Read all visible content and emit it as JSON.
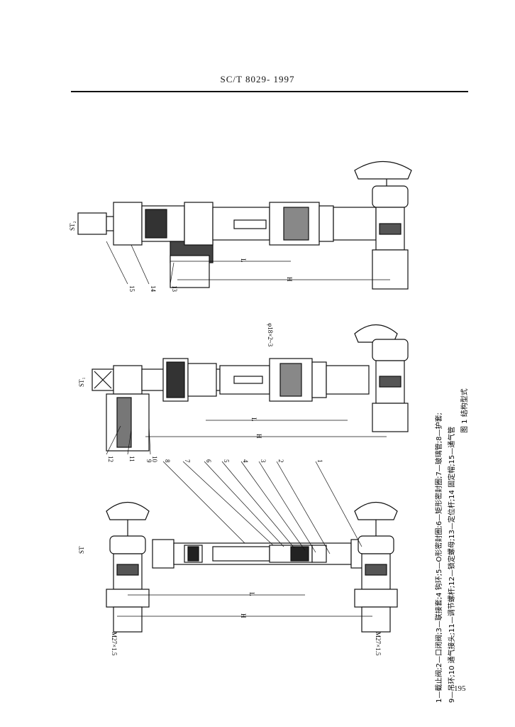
{
  "header": {
    "standard_id": "SC/T 8029- 1997"
  },
  "figure": {
    "title": "图 1   结构型式",
    "legend_line1": "1—截止阀;2—口闭阀;3—联接套;4   钩环;5—O形密封圈;6—矩形密封圈;7—玻璃管;8—护套;",
    "legend_line2": "9—吊环;10   通气接头;11—调节螺杆;12—锁定螺母;13—定位杆;14   固定帽;15—通气管",
    "variants": [
      "ST",
      "ST₁",
      "ST₂"
    ],
    "part_numbers": [
      "1",
      "2",
      "3",
      "4",
      "5",
      "6",
      "7",
      "8",
      "9",
      "10",
      "11",
      "12",
      "13",
      "14",
      "15"
    ],
    "dimension_labels": {
      "H": "H",
      "L": "L",
      "thread": "M27×1.5",
      "hole": "φ18×2~3"
    }
  },
  "page_number": "195"
}
